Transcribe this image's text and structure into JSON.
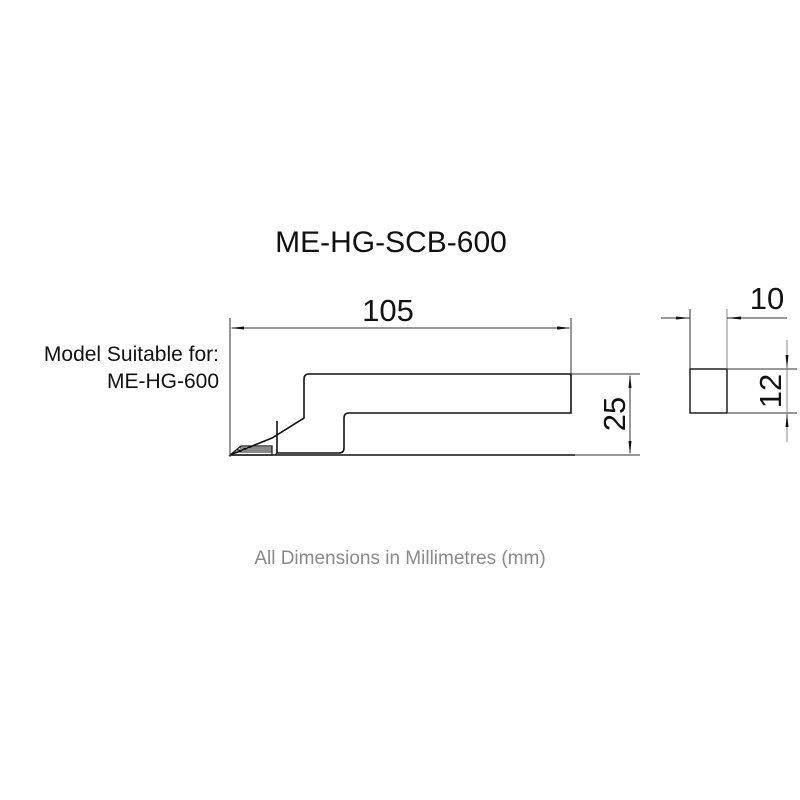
{
  "title": "ME-HG-SCB-600",
  "model": {
    "label": "Model Suitable for:",
    "value": "ME-HG-600"
  },
  "dimensions": {
    "length": "105",
    "height": "25",
    "width": "10",
    "thickness": "12"
  },
  "note": "All Dimensions in Millimetres (mm)",
  "colors": {
    "line": "#111111",
    "dim_line": "#333333",
    "note_text": "#8a8a8a"
  }
}
